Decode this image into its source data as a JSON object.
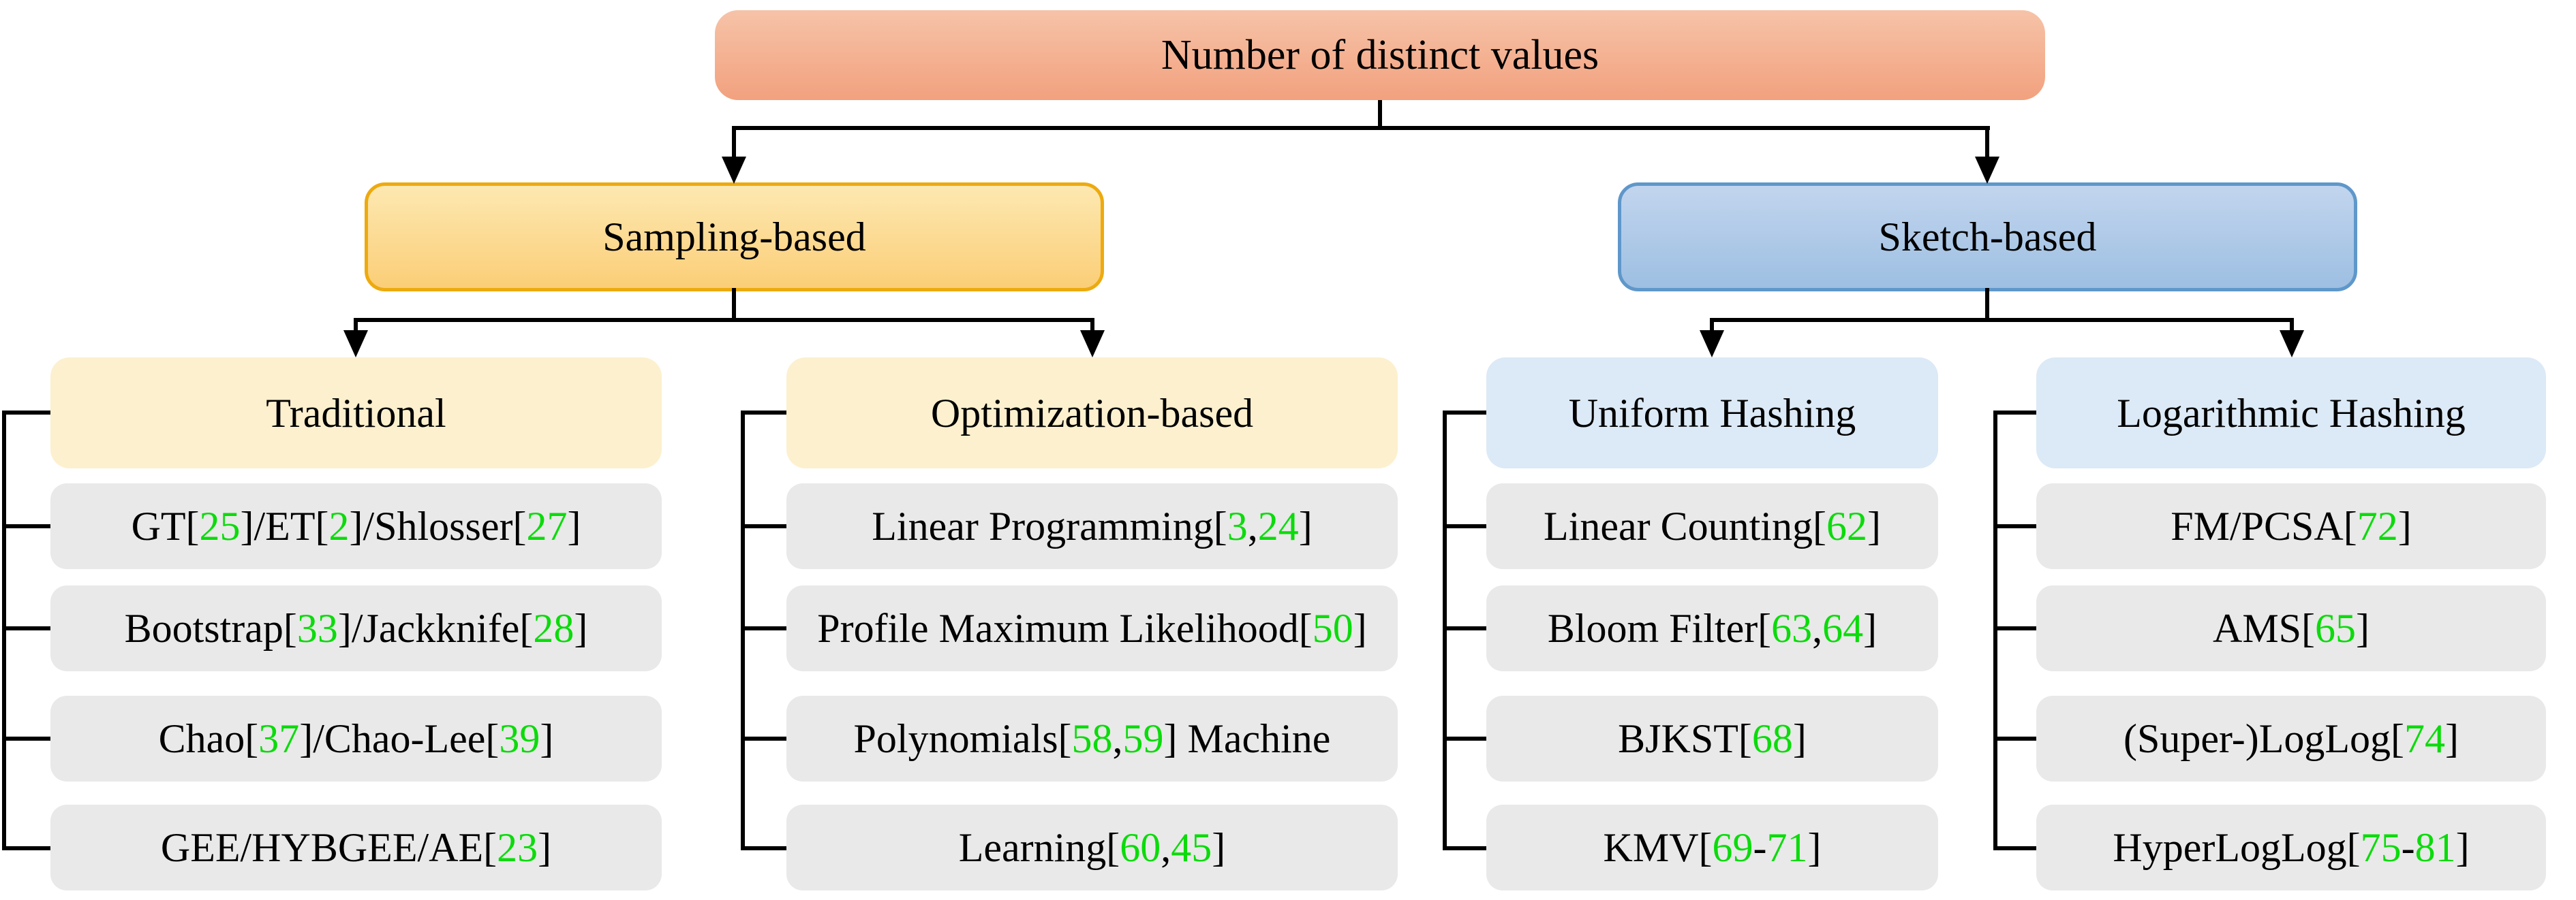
{
  "root": {
    "label": "Number of distinct values"
  },
  "branches": [
    {
      "label": "Sampling-based"
    },
    {
      "label": "Sketch-based"
    }
  ],
  "columns": [
    {
      "header": "Traditional",
      "items": [
        "GT[25]/ET[2]/Shlosser[27]",
        "Bootstrap[33]/Jackknife[28]",
        "Chao[37]/Chao-Lee[39]",
        "GEE/HYBGEE/AE[23]"
      ]
    },
    {
      "header": "Optimization-based",
      "items": [
        "Linear Programming[3,24]",
        "Profile Maximum Likelihood[50]",
        "Polynomials[58,59] Machine",
        "Learning[60,45]"
      ]
    },
    {
      "header": "Uniform Hashing",
      "items": [
        "Linear Counting[62]",
        "Bloom Filter[63,64]",
        "BJKST[68]",
        "KMV[69-71]"
      ]
    },
    {
      "header": "Logarithmic Hashing",
      "items": [
        "FM/PCSA[72]",
        "AMS[65]",
        "(Super-)LogLog[74]",
        "HyperLogLog[75-81]"
      ]
    }
  ],
  "colors": {
    "root_gradient_top": "#f6c3a8",
    "root_gradient_bottom": "#f2a17e",
    "sampling_fill_top": "#fde8b1",
    "sampling_fill_bottom": "#fbce77",
    "sampling_border": "#edaa0f",
    "sketch_fill_top": "#c2d5ee",
    "sketch_fill_bottom": "#9dbfe2",
    "sketch_border": "#5f97ca",
    "header_cream": "#fcf0ce",
    "header_light_blue": "#dce9f6",
    "item_gray": "#e9e9e9",
    "citation_green": "#0bdb0b",
    "line_black": "#000000"
  }
}
